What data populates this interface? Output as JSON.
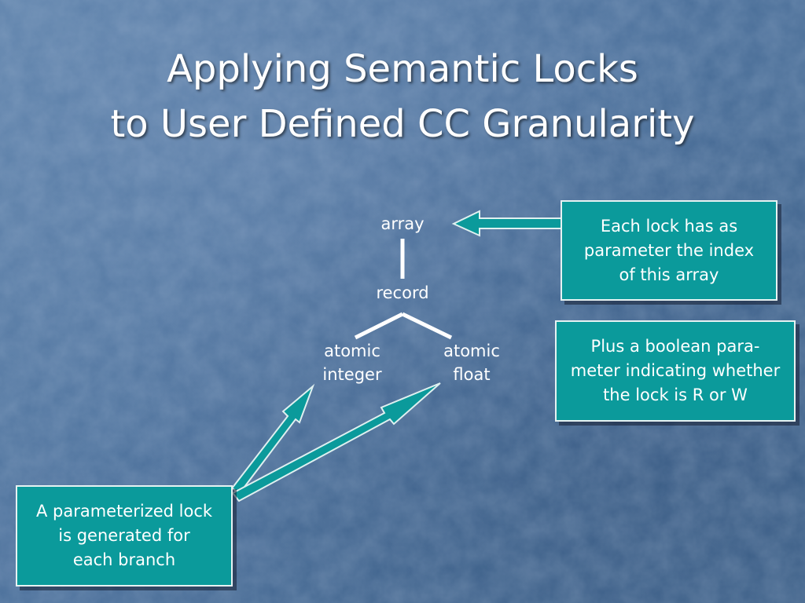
{
  "title": {
    "line1": "Applying Semantic Locks",
    "line2": "to User Defined CC Granularity"
  },
  "tree": {
    "root": "array",
    "middle": "record",
    "leaf_left": [
      "atomic",
      "integer"
    ],
    "leaf_right": [
      "atomic",
      "float"
    ]
  },
  "callouts": {
    "index": [
      "Each lock has as",
      "parameter the index",
      "of this array"
    ],
    "boolean": [
      "Plus a boolean para-",
      "meter indicating whether",
      "the lock is R or W"
    ],
    "branch": [
      "A parameterized lock",
      "is generated for",
      "each branch"
    ]
  },
  "colors": {
    "background": "#4a6f9a",
    "callout_fill": "#0b9a9b",
    "arrow_fill": "#0b9a9b",
    "text": "#ffffff"
  }
}
